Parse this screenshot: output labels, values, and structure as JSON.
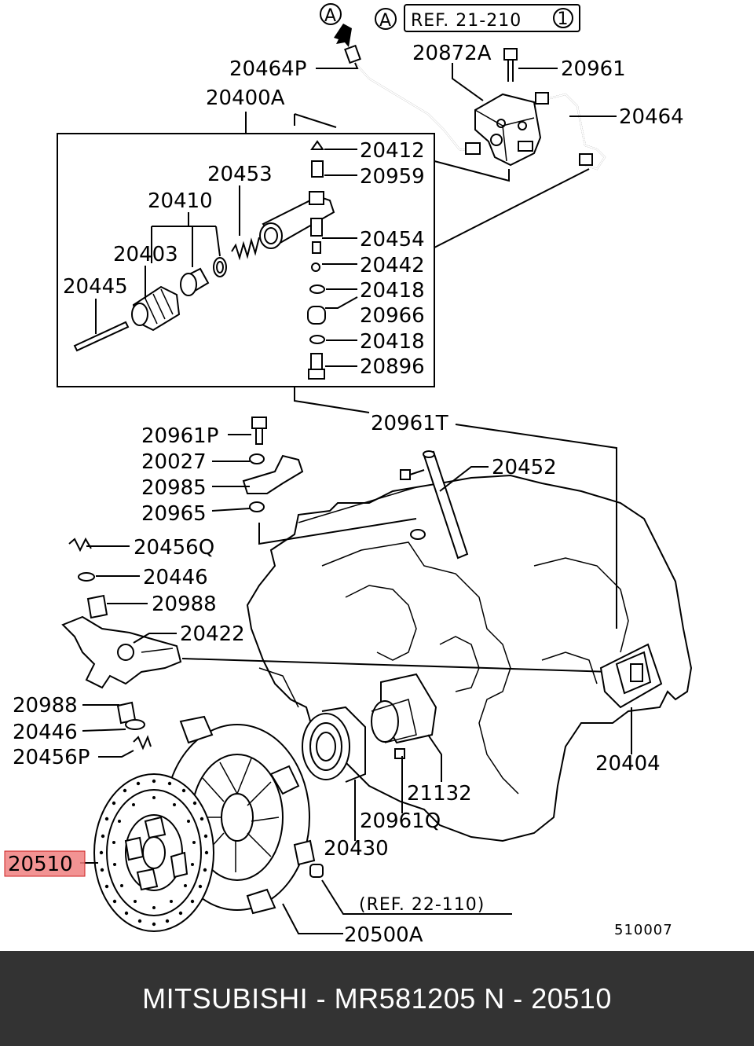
{
  "diagram": {
    "ref_top": "REF. 21-210",
    "ref_top_circle": "1",
    "circle_a": "A",
    "ref_bottom": "(REF. 22-110)",
    "image_code": "510007",
    "highlight_color": "#f08080",
    "labels": {
      "p20464P": "20464P",
      "p20872A": "20872A",
      "p20961": "20961",
      "p20464": "20464",
      "p20400A": "20400A",
      "p20412": "20412",
      "p20959": "20959",
      "p20453": "20453",
      "p20410": "20410",
      "p20454": "20454",
      "p20403": "20403",
      "p20442": "20442",
      "p20445": "20445",
      "p20418a": "20418",
      "p20966": "20966",
      "p20418b": "20418",
      "p20896": "20896",
      "p20961T": "20961T",
      "p20961P": "20961P",
      "p20027": "20027",
      "p20452": "20452",
      "p20985": "20985",
      "p20965": "20965",
      "p20456Q": "20456Q",
      "p20446a": "20446",
      "p20988a": "20988",
      "p20422": "20422",
      "p20988b": "20988",
      "p20446b": "20446",
      "p20404": "20404",
      "p20456P": "20456P",
      "p21132": "21132",
      "p20961Q": "20961Q",
      "p20430": "20430",
      "p20510": "20510",
      "p20500A": "20500A"
    }
  },
  "footer": {
    "text": "MITSUBISHI - MR581205   N - 20510",
    "background": "#333333"
  }
}
